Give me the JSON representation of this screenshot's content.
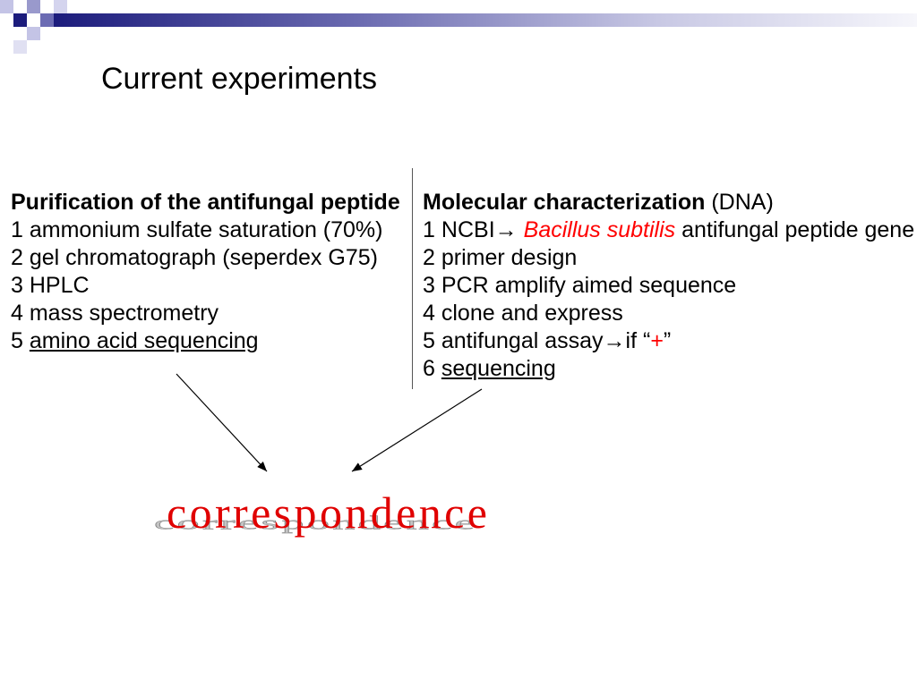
{
  "title": "Current experiments",
  "colors": {
    "header_navy": "#1c1c7c",
    "highlight_red": "#ff0000",
    "wordart_red": "#e00000",
    "divider": "#555555"
  },
  "purification": {
    "heading": "Purification of the antifungal peptide",
    "steps": [
      {
        "number": "1",
        "text": "ammonium sulfate saturation (70%)"
      },
      {
        "number": "2",
        "text": "gel chromatograph (seperdex G75)"
      },
      {
        "number": "3",
        "text": "HPLC"
      },
      {
        "number": "4",
        "text": "mass spectrometry"
      },
      {
        "number": "5",
        "text": "amino acid sequencing"
      }
    ]
  },
  "molecular": {
    "heading": "Molecular characterization",
    "heading_note": "(DNA)",
    "steps": [
      {
        "number": "1",
        "text": "NCBI→",
        "species": "Bacillus subtilis",
        "rest": "antifungal peptide gene"
      },
      {
        "number": "2",
        "text": "primer design"
      },
      {
        "number": "3",
        "text": "PCR amplify aimed sequence"
      },
      {
        "number": "4",
        "text": "clone and express"
      },
      {
        "number": "5",
        "text": "antifungal assay→if “",
        "result": "+",
        "close": "”"
      },
      {
        "number": "6",
        "text": "sequencing"
      }
    ]
  },
  "wordart": {
    "text": "correspondence"
  }
}
